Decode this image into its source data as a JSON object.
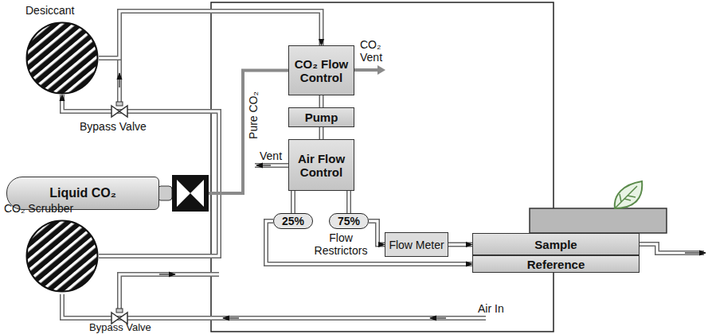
{
  "diagram": {
    "nodes": [
      {
        "text": [
          "Desiccant"
        ]
      },
      {
        "text": [
          "CO₂ Flow Control"
        ]
      },
      {
        "text": [
          "Pump"
        ]
      },
      {
        "text": [
          "Air Flow Control"
        ]
      },
      {
        "text": [
          "Liquid CO₂"
        ]
      },
      {
        "text": [
          "25%"
        ]
      },
      {
        "text": [
          "75%"
        ]
      },
      {
        "text": [
          "Flow Meter"
        ]
      },
      {
        "text": [
          "CO₂ Scrubber"
        ]
      },
      {
        "text": [
          "Sample"
        ]
      },
      {
        "text": [
          "Reference"
        ]
      }
    ],
    "edges": [
      {
        "from": 8,
        "to": 0,
        "arrow": "to"
      },
      {
        "from": 0,
        "to": 1,
        "arrow": "to"
      },
      {
        "from": 4,
        "to": 1,
        "arrow": "none"
      },
      {
        "from": 1,
        "to": 2,
        "arrow": "none"
      },
      {
        "from": 2,
        "to": 3,
        "arrow": "none"
      },
      {
        "from": 3,
        "to": 5,
        "arrow": "none"
      },
      {
        "from": 3,
        "to": 6,
        "arrow": "none"
      },
      {
        "from": 6,
        "to": 7,
        "arrow": "to"
      },
      {
        "from": 7,
        "to": 9,
        "arrow": "to"
      },
      {
        "from": 5,
        "to": 10,
        "arrow": "to"
      }
    ],
    "labels": [
      "CO₂ Vent",
      "Pure CO₂",
      "Bypass Valve",
      "Vent",
      "Flow Restrictors",
      "Bypass Valve",
      "Air In"
    ]
  }
}
